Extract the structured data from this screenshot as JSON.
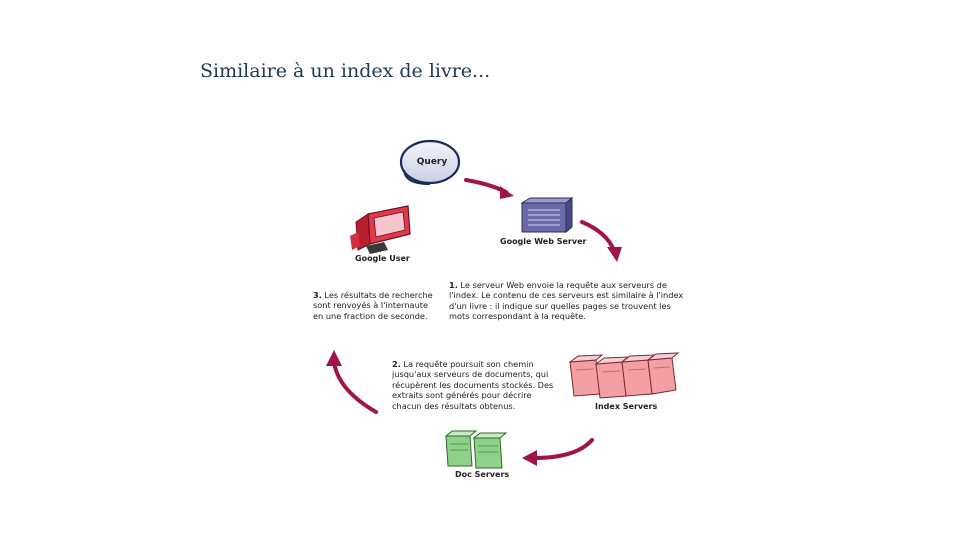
{
  "slide": {
    "title": "Similaire à un index de livre..."
  },
  "diagram": {
    "query_label": "Query",
    "nodes": {
      "web_server": "Google Web Server",
      "user": "Google User",
      "index_servers": "Index Servers",
      "doc_servers": "Doc Servers"
    },
    "steps": [
      {
        "num": "1.",
        "text": "Le serveur Web envoie la requête aux serveurs de l'index. Le contenu de ces serveurs est similaire à l'index d'un livre : il indique sur quelles pages se trouvent les mots correspondant à la requête."
      },
      {
        "num": "2.",
        "text": "La requête poursuit son chemin jusqu'aux serveurs de documents, qui récupèrent les documents stockés. Des extraits sont générés pour décrire chacun des résultats obtenus."
      },
      {
        "num": "3.",
        "text": "Les résultats de recherche sont renvoyés à l'internaute en une fraction de seconde."
      }
    ],
    "colors": {
      "arrow": "#a0144a",
      "web_server": "#6a6aa8",
      "user_monitor": "#e03a4a",
      "index_servers": "#f2a0a4",
      "doc_servers": "#8fd08a",
      "query_bubble": "#e4e8f4"
    }
  }
}
